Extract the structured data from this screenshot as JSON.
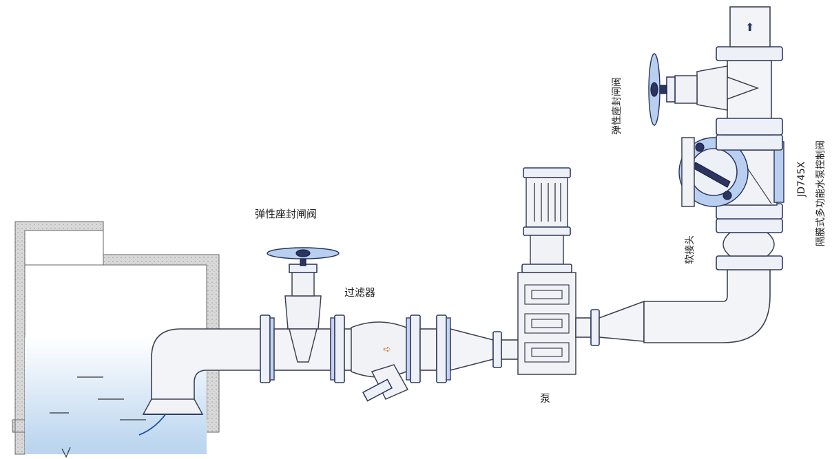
{
  "labels": {
    "gate_valve_horizontal": "弹性座封闸阀",
    "strainer": "过滤器",
    "pump": "泵",
    "gate_valve_vertical": "弹性座封闸阀",
    "flexible_joint": "软接头",
    "control_valve_model": "JD745X",
    "control_valve_name": "隔膜式多功能水泵控制阀"
  },
  "colors": {
    "water": "#cfe3f6",
    "steel_blue": "#b9cff0",
    "outline": "#2f3a66"
  }
}
